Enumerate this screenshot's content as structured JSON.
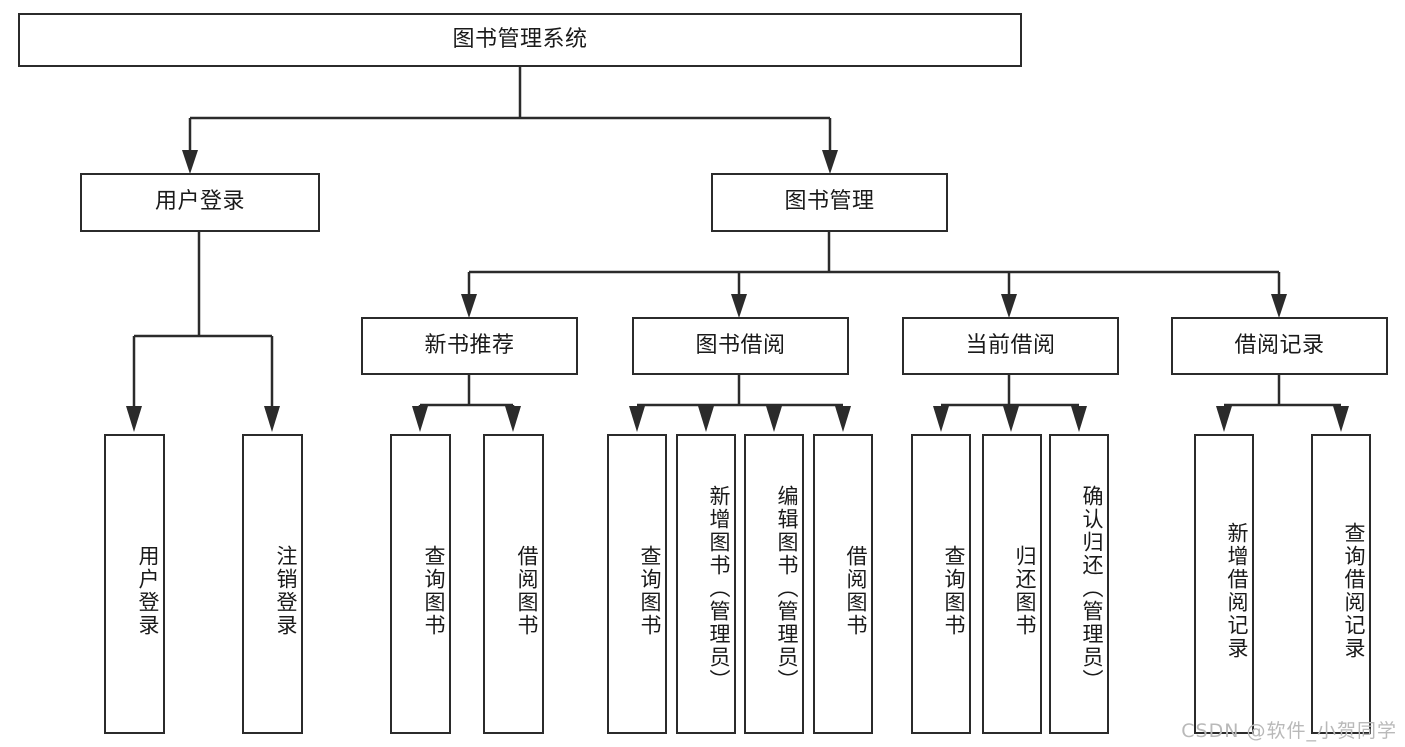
{
  "diagram": {
    "title": "图书管理系统",
    "type": "function-hierarchy-tree",
    "root": {
      "label": "图书管理系统"
    },
    "level2": [
      {
        "label": "用户登录"
      },
      {
        "label": "图书管理"
      }
    ],
    "level3": [
      {
        "label": "新书推荐"
      },
      {
        "label": "图书借阅"
      },
      {
        "label": "当前借阅"
      },
      {
        "label": "借阅记录"
      }
    ],
    "leaves": {
      "user_login": [
        {
          "label": "用户登录"
        },
        {
          "label": "注销登录"
        }
      ],
      "new_book_recommend": [
        {
          "label": "查询图书"
        },
        {
          "label": "借阅图书"
        }
      ],
      "book_borrow": [
        {
          "label": "查询图书"
        },
        {
          "label": "新增图书（管理员）"
        },
        {
          "label": "编辑图书（管理员）"
        },
        {
          "label": "借阅图书"
        }
      ],
      "current_borrow": [
        {
          "label": "查询图书"
        },
        {
          "label": "归还图书"
        },
        {
          "label": "确认归还（管理员）"
        }
      ],
      "borrow_record": [
        {
          "label": "新增借阅记录"
        },
        {
          "label": "查询借阅记录"
        }
      ]
    }
  },
  "watermark": {
    "text": "CSDN @软件_小贺同学"
  },
  "colors": {
    "stroke": "#2b2b2b",
    "background": "#ffffff",
    "text": "#1a1a1a",
    "watermark": "#b9b9b9"
  }
}
